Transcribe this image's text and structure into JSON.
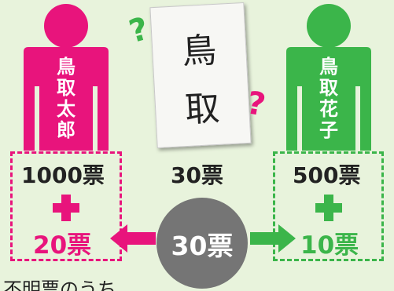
{
  "candidates": {
    "left": {
      "name_chars": [
        "鳥",
        "取",
        "太",
        "郎"
      ],
      "votes": "1000票",
      "added": "20票",
      "color": "#e8147c"
    },
    "right": {
      "name_chars": [
        "鳥",
        "取",
        "花",
        "子"
      ],
      "votes": "500票",
      "added": "10票",
      "color": "#3bb54a"
    }
  },
  "ballot": {
    "chars": [
      "鳥",
      "取"
    ],
    "votes": "30票"
  },
  "split": {
    "label": "30票"
  },
  "note": "不明票のうち"
}
